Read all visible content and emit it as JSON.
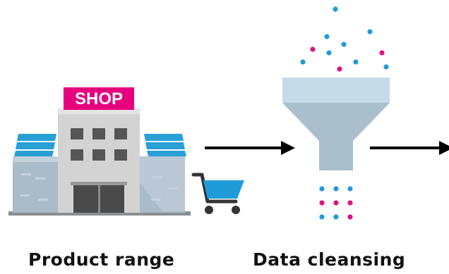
{
  "shop": {
    "sign_text": "SHOP",
    "label": "Product range"
  },
  "cleansing": {
    "label": "Data cleansing"
  },
  "colors": {
    "sign_magenta": "#e6007e",
    "dot_blue": "#1f9bd8",
    "dot_magenta": "#e0117f",
    "cart_blue": "#1f9bd8",
    "funnel_top": "#c5dce8",
    "funnel_body": "#a9bfcc",
    "building_grey": "#d3d3d3",
    "wing_grey": "#aabbc9",
    "solar_blue": "#2a9fd6",
    "arrow": "#000000"
  },
  "icons": [
    "shop-building-icon",
    "shopping-cart-icon",
    "funnel-icon",
    "arrow-right-icon"
  ]
}
